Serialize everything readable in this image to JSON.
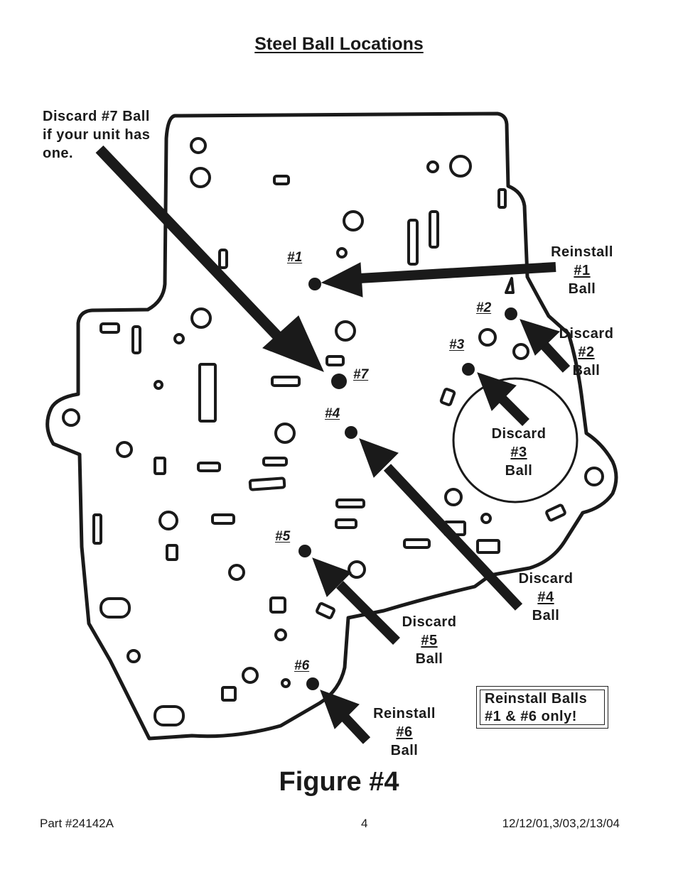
{
  "title": "Steel Ball Locations",
  "figure_caption": "Figure #4",
  "footer": {
    "part": "Part #24142A",
    "page": "4",
    "dates": "12/12/01,3/03,2/13/04"
  },
  "note": {
    "line1": "Reinstall Balls",
    "line2": "#1 & #6 only!"
  },
  "ball_labels": {
    "b1": "#1",
    "b2": "#2",
    "b3": "#3",
    "b4": "#4",
    "b5": "#5",
    "b6": "#6",
    "b7": "#7"
  },
  "callouts": {
    "ball7": {
      "line1": "Discard #7 Ball",
      "line2": "if your unit has",
      "line3": "one."
    },
    "ball1": {
      "action": "Reinstall",
      "num": "#1",
      "word": "Ball"
    },
    "ball2": {
      "action": "Discard",
      "num": "#2",
      "word": "Ball"
    },
    "ball3": {
      "action": "Discard",
      "num": "#3",
      "word": "Ball"
    },
    "ball4": {
      "action": "Discard",
      "num": "#4",
      "word": "Ball"
    },
    "ball5": {
      "action": "Discard",
      "num": "#5",
      "word": "Ball"
    },
    "ball6": {
      "action": "Reinstall",
      "num": "#6",
      "word": "Ball"
    }
  },
  "colors": {
    "ink": "#1a1a1a",
    "arrow": "#1a1a1a",
    "background": "#ffffff"
  }
}
